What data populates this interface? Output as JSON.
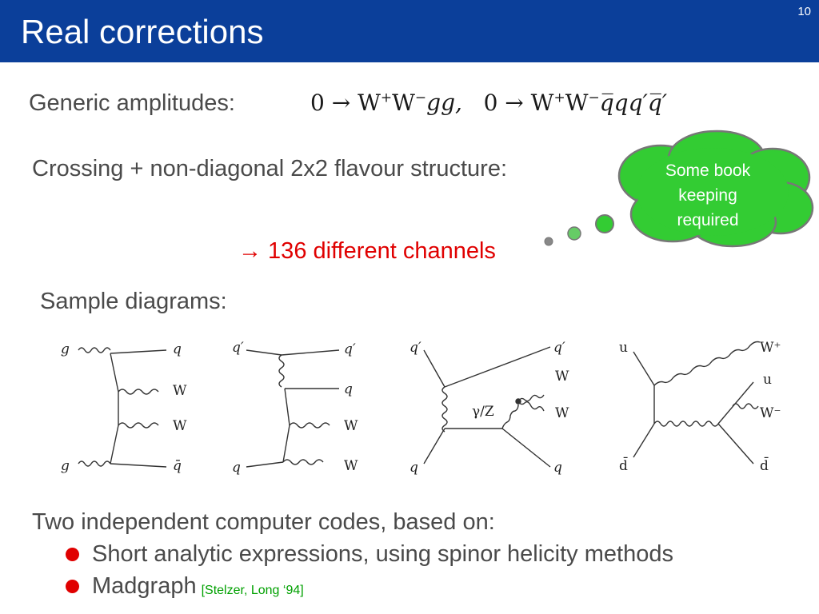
{
  "slide": {
    "title": "Real corrections",
    "page_number": "10"
  },
  "content": {
    "generic_label": "Generic amplitudes:",
    "crossing_label": "Crossing + non-diagonal 2x2 flavour structure:",
    "channels_text": "→ 136 different channels",
    "sample_label": "Sample diagrams:",
    "codes_label": "Two independent computer codes, based on:",
    "bullets": [
      {
        "text": "Short analytic expressions, using spinor helicity methods"
      },
      {
        "text": "Madgraph",
        "ref": "[Stelzer, Long ‘94]"
      }
    ]
  },
  "formula": {
    "part1": "0 → W",
    "sup1": "+",
    "part2": "W",
    "sup2": "−",
    "part3": "gg,",
    "part4": "0 → W",
    "sup3": "+",
    "part5": "W",
    "sup4": "−",
    "part6": "q̅qq′q̅′"
  },
  "cloud": {
    "line1": "Some book",
    "line2": "keeping",
    "line3": "required"
  },
  "diagrams": {
    "d1": {
      "tl": "g",
      "tr": "q",
      "m1": "W",
      "m2": "W",
      "bl": "g",
      "br": "q̄"
    },
    "d2": {
      "tl": "q′",
      "tr": "q′",
      "m1": "q",
      "m2": "W",
      "bl": "q",
      "br": "W"
    },
    "d3": {
      "tl": "q′",
      "tr": "q′",
      "m1": "W",
      "m2": "W",
      "mid": "γ/Z",
      "bl": "q",
      "br": "q"
    },
    "d4": {
      "tl": "u",
      "tr": "W⁺",
      "m1": "u",
      "m2": "W⁻",
      "bl": "d̄",
      "br": "d̄"
    }
  },
  "colors": {
    "title_bar": "#0b3f9a",
    "cloud_fill": "#33cc33",
    "accent_red": "#e00000",
    "ref_green": "#00a000"
  }
}
